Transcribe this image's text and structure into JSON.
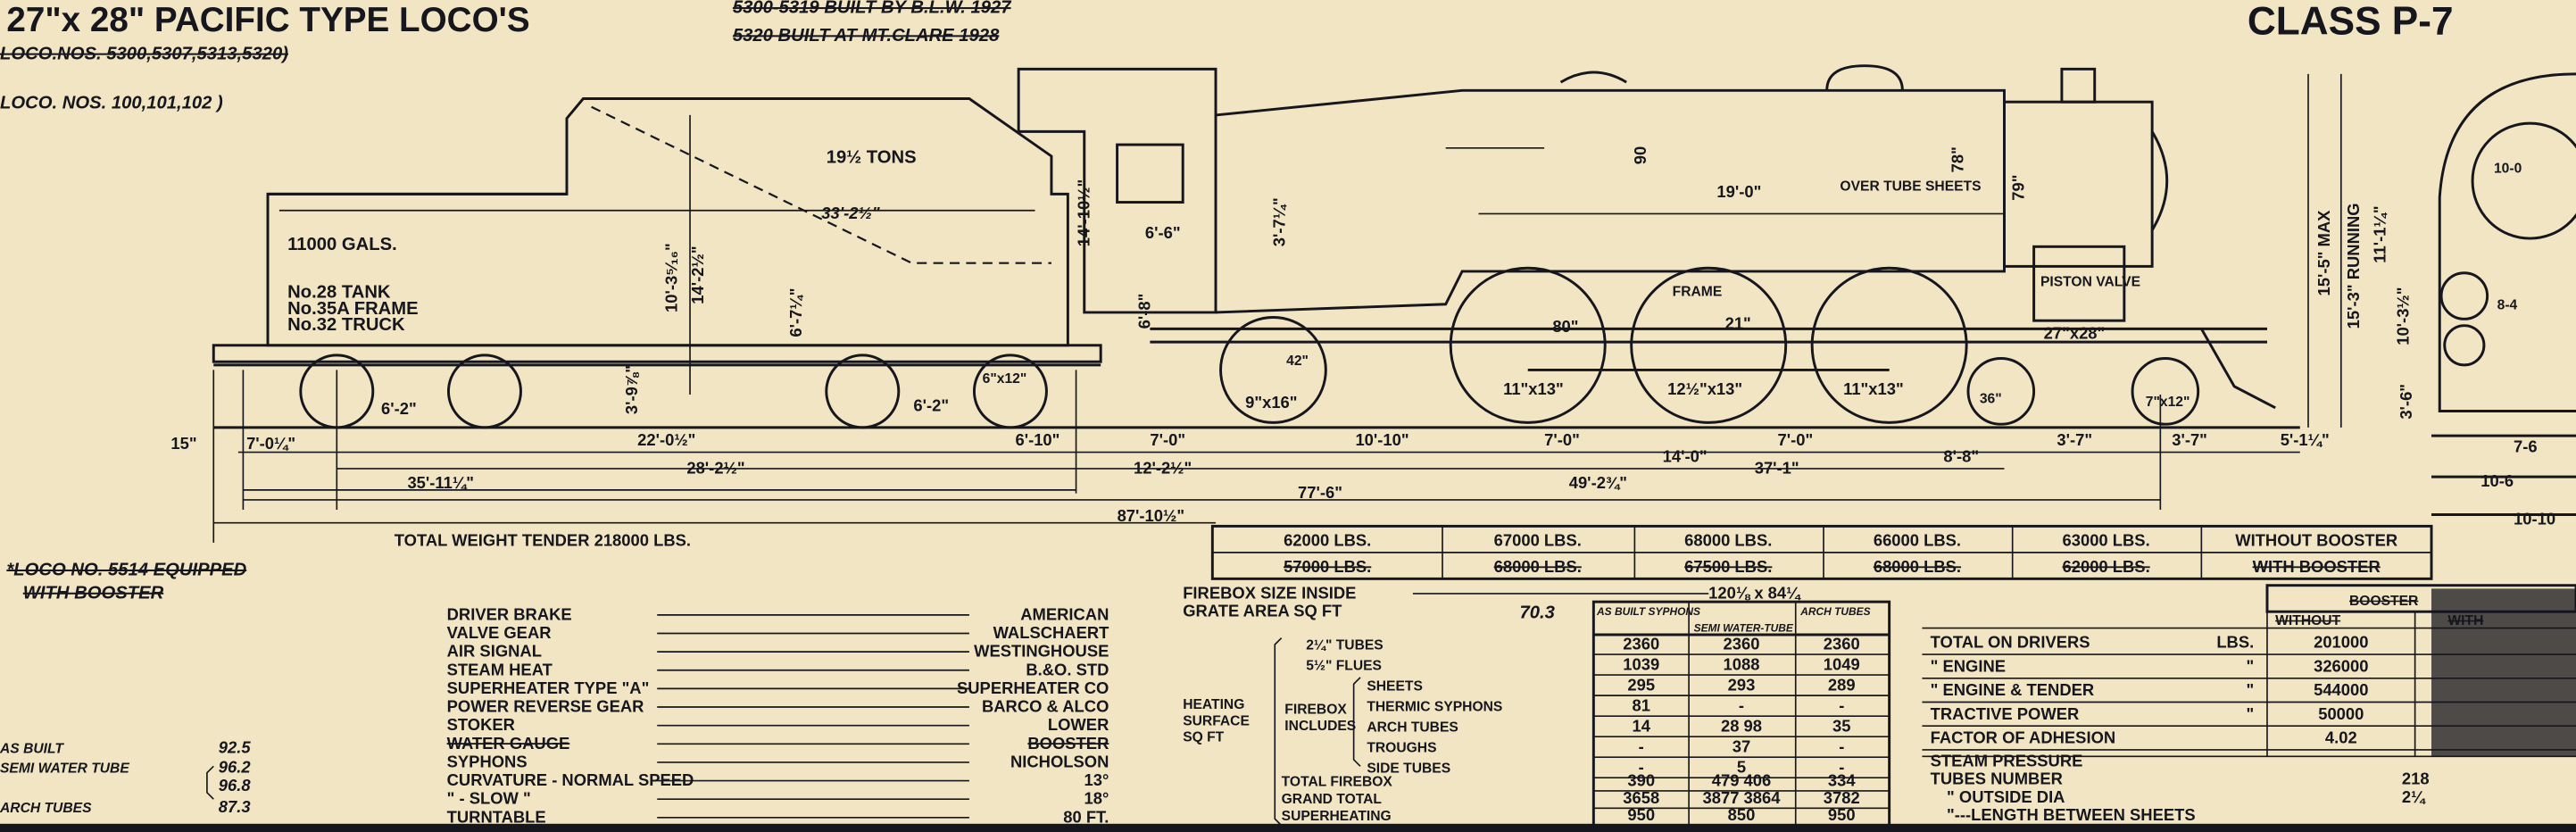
{
  "title": {
    "main": "27\"x 28\" PACIFIC TYPE LOCO'S",
    "struck_loco_nos": "LOCO.NOS. 5300,5307,5313,5320)",
    "loco_nos": "LOCO. NOS. 100,101,102 )",
    "built_1": "5300-5319 BUILT BY B.L.W. 1927",
    "built_2": "5320 BUILT AT MT.CLARE 1928",
    "class": "CLASS P-7"
  },
  "tender": {
    "coal": "19½ TONS",
    "water": "11000 GALS.",
    "tank": "No.28 TANK",
    "frame": "No.35A FRAME",
    "truck": "No.32 TRUCK",
    "total_weight": "TOTAL WEIGHT TENDER 218000 LBS."
  },
  "drawing_labels": {
    "tender_length": "33'-2½\"",
    "tender_h1": "10'-3⁵⁄₁₆\"",
    "tender_h2": "14'-2½\"",
    "tender_h3": "6'-7¼\"",
    "tender_h4": "3'-9⅞\"",
    "cab_h": "14'-10½\"",
    "cab_w": "6'-6\"",
    "cab_low": "6'-8\"",
    "firebox_h": "3'-7¼\"",
    "boiler_len": "19'-0\"",
    "boiler_dia": "90",
    "smokebox_dia": "78\"",
    "front_dia": "79\"",
    "over_tube": "OVER TUBE SHEETS",
    "frame": "FRAME",
    "frame_w": "21\"",
    "driver_dia": "80\"",
    "journal_1": "11\"x13\"",
    "journal_2": "12½\"x13\"",
    "journal_3": "11\"x13\"",
    "trailing_journal": "9\"x16\"",
    "trailing_dia": "42\"",
    "tender_journal": "6\"x12\"",
    "lead_journal": "7\"x12\"",
    "lead_dia": "36\"",
    "piston_valve": "PISTON VALVE",
    "cylinder": "27\"x28\"",
    "max_h": "15'-5\" MAX",
    "running_h": "15'-3\" RUNNING",
    "h_11": "11'-1¼\"",
    "h_10": "10'-3½\"",
    "h_3": "3'-6\"",
    "front_1": "10-0",
    "front_2": "8-4",
    "front_3": "7-6",
    "front_4": "10-6",
    "front_5": "10-10",
    "tender_wb_a": "6'-2\"",
    "tender_wb_b": "6'-2\""
  },
  "dimensions": {
    "d15": "15\"",
    "d7_0q": "7'-0¼\"",
    "d22": "22'-0½\"",
    "d6_10": "6'-10\"",
    "d7_0a": "7'-0\"",
    "d10_10": "10'-10\"",
    "d7_0b": "7'-0\"",
    "d14": "14'-0\"",
    "d7_0c": "7'-0\"",
    "d8_8": "8'-8\"",
    "d3_7a": "3'-7\"",
    "d3_7b": "3'-7\"",
    "d5_1": "5'-1¼\"",
    "d28": "28'-2½\"",
    "d12": "12'-2½\"",
    "d37": "37'-1\"",
    "d35": "35'-11¼\"",
    "d49": "49'-2¾\"",
    "d77": "77'-6\"",
    "d87": "87'-10½\""
  },
  "axle_weights": {
    "row1": [
      "62000 LBS.",
      "67000 LBS.",
      "68000 LBS.",
      "66000 LBS.",
      "63000 LBS.",
      "WITHOUT BOOSTER"
    ],
    "row2": [
      "57000 LBS.",
      "68000 LBS.",
      "67500 LBS.",
      "68000 LBS.",
      "62000 LBS.",
      "WITH BOOSTER"
    ]
  },
  "booster_note": {
    "line1": "*LOCO NO. 5514 EQUIPPED",
    "line2": "WITH BOOSTER"
  },
  "specs": [
    {
      "label": "DRIVER BRAKE",
      "value": "AMERICAN"
    },
    {
      "label": "VALVE GEAR",
      "value": "WALSCHAERT"
    },
    {
      "label": "AIR SIGNAL",
      "value": "WESTINGHOUSE"
    },
    {
      "label": "STEAM HEAT",
      "value": "B.&O. STD"
    },
    {
      "label": "SUPERHEATER TYPE \"A\"",
      "value": "SUPERHEATER CO"
    },
    {
      "label": "POWER REVERSE GEAR",
      "value": "BARCO & ALCO"
    },
    {
      "label": "STOKER",
      "value": "LOWER"
    },
    {
      "label": "WATER GAUGE",
      "value": "BOOSTER"
    },
    {
      "label": "SYPHONS",
      "value": "NICHOLSON"
    },
    {
      "label": "CURVATURE - NORMAL SPEED",
      "value": "13°"
    },
    {
      "label": "\"      - SLOW    \"",
      "value": "18°"
    },
    {
      "label": "TURNTABLE",
      "value": "80 FT."
    }
  ],
  "firebox": {
    "size_label": "FIREBOX  SIZE INSIDE",
    "size_value": "120⅛ x 84¼",
    "grate_label": "GRATE AREA SQ FT",
    "grate_value": "70.3"
  },
  "heating_surface": {
    "group_label": [
      "HEATING",
      "SURFACE",
      "SQ FT"
    ],
    "firebox_label": [
      "FIREBOX",
      "INCLUDES"
    ],
    "columns": [
      "AS BUILT SYPHONS",
      "SEMI WATER-TUBE",
      "ARCH TUBES"
    ],
    "rows": [
      {
        "label": "2¼\" TUBES",
        "values": [
          "2360",
          "2360",
          "2360"
        ]
      },
      {
        "label": "5½\" FLUES",
        "values": [
          "1039",
          "1088",
          "1049"
        ]
      },
      {
        "label": "SHEETS",
        "values": [
          "295",
          "293",
          "289"
        ]
      },
      {
        "label": "THERMIC SYPHONS",
        "values": [
          "81",
          "-",
          "-"
        ]
      },
      {
        "label": "ARCH TUBES",
        "values": [
          "14",
          "28  98",
          "35"
        ]
      },
      {
        "label": "TROUGHS",
        "values": [
          "-",
          "37",
          "-"
        ]
      },
      {
        "label": "SIDE TUBES",
        "values": [
          "-",
          "5",
          "-"
        ]
      },
      {
        "label": "TOTAL FIREBOX",
        "values": [
          "390",
          "479  406",
          "334"
        ]
      },
      {
        "label": "GRAND TOTAL",
        "values": [
          "3658",
          "3877 3864",
          "3782"
        ]
      },
      {
        "label": "SUPERHEATING",
        "values": [
          "950",
          "850",
          "950"
        ]
      }
    ]
  },
  "weights": {
    "header": "BOOSTER",
    "sub": [
      "WITHOUT",
      "WITH"
    ],
    "rows": [
      {
        "label": "TOTAL ON DRIVERS",
        "unit": "LBS.",
        "value": "201000"
      },
      {
        "label": "\"   ENGINE",
        "unit": "\"",
        "value": "326000"
      },
      {
        "label": "\"   ENGINE & TENDER",
        "unit": "\"",
        "value": "544000"
      },
      {
        "label": "TRACTIVE POWER",
        "unit": "\"",
        "value": "50000"
      },
      {
        "label": "FACTOR OF ADHESION",
        "unit": "",
        "value": "4.02"
      }
    ],
    "steam_pressure": "STEAM  PRESSURE",
    "tubes_number": "TUBES  NUMBER",
    "tubes_number_val": "218",
    "outside_dia": "\"   OUTSIDE DIA",
    "outside_dia_val": "2¼",
    "length": "\"---LENGTH BETWEEN SHEETS"
  },
  "efficiency": [
    {
      "label": "AS BUILT",
      "value": "92.5"
    },
    {
      "label": "SEMI WATER TUBE",
      "value": "96.2"
    },
    {
      "label": "",
      "value": "96.8"
    },
    {
      "label": "ARCH TUBES",
      "value": "87.3"
    }
  ],
  "colors": {
    "paper": "#f1e5c3",
    "ink": "#16161e"
  }
}
